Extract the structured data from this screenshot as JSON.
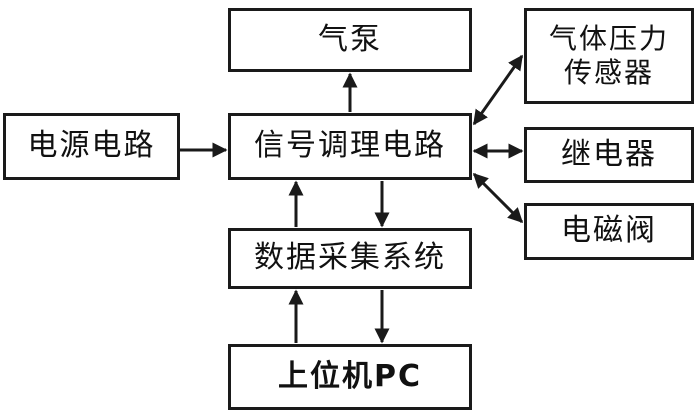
{
  "blocks": {
    "pump": "气泵",
    "power": "电源电路",
    "signal": "信号调理电路",
    "daq": "数据采集系统",
    "pc": "上位机PC",
    "pressure_sensor": "气体压力\n传感器",
    "relay": "继电器",
    "valve": "电磁阀"
  }
}
